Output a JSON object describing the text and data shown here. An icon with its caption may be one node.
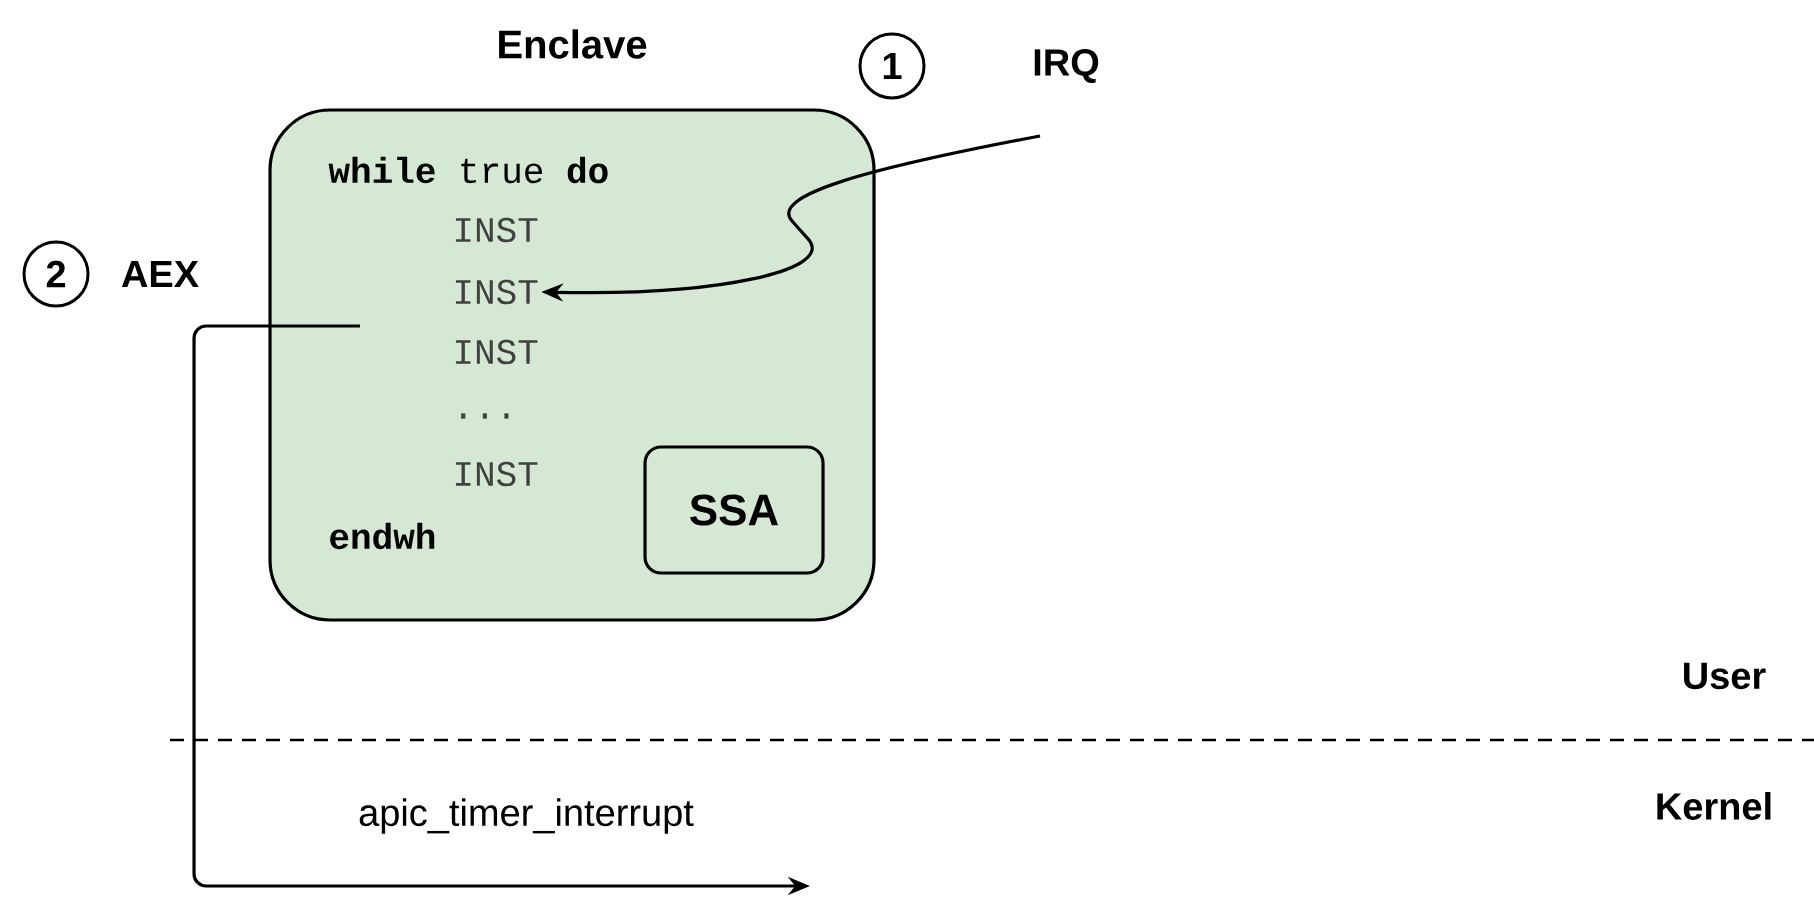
{
  "diagram": {
    "nodes": [
      {
        "text": [
          "Enclave"
        ]
      },
      {
        "text": [
          "**while** true **do**"
        ],
        "in": 0
      },
      {
        "text": [
          "INST"
        ],
        "in": 0
      },
      {
        "text": [
          "INST"
        ],
        "in": 0
      },
      {
        "text": [
          "INST"
        ],
        "in": 0
      },
      {
        "text": [
          "..."
        ],
        "in": 0
      },
      {
        "text": [
          "INST"
        ],
        "in": 0
      },
      {
        "text": [
          "endwh"
        ],
        "in": 0
      },
      {
        "text": [
          "SSA"
        ],
        "in": 0
      }
    ],
    "edges": [
      {
        "from": null,
        "to": 3,
        "arrow": "to"
      },
      {
        "from": 4,
        "to": null,
        "arrow": "to"
      }
    ],
    "labels": [
      "1",
      "IRQ",
      "2",
      "AEX",
      "User",
      "Kernel",
      "apic_timer_interrupt"
    ]
  }
}
